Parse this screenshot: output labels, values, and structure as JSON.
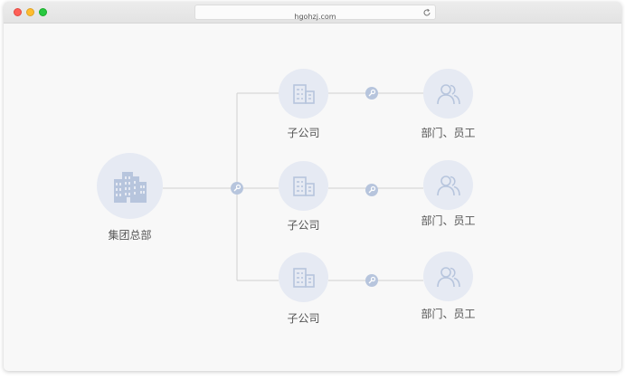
{
  "browser": {
    "url": "hgohzj.com",
    "reload_icon": "reload-icon"
  },
  "diagram": {
    "headquarters": {
      "label": "集团总部",
      "icon": "office-buildings-icon"
    },
    "subsidiaries": [
      {
        "label": "子公司",
        "icon": "building-icon"
      },
      {
        "label": "子公司",
        "icon": "building-icon"
      },
      {
        "label": "子公司",
        "icon": "building-icon"
      }
    ],
    "departments": [
      {
        "label": "部门、员工",
        "icon": "users-icon"
      },
      {
        "label": "部门、员工",
        "icon": "users-icon"
      },
      {
        "label": "部门、员工",
        "icon": "users-icon"
      }
    ],
    "connector_icon": "key-icon",
    "colors": {
      "node_fill": "#e6eaf3",
      "icon_stroke": "#b7c5dd",
      "line": "#d0d0d0",
      "label": "#555555"
    }
  }
}
